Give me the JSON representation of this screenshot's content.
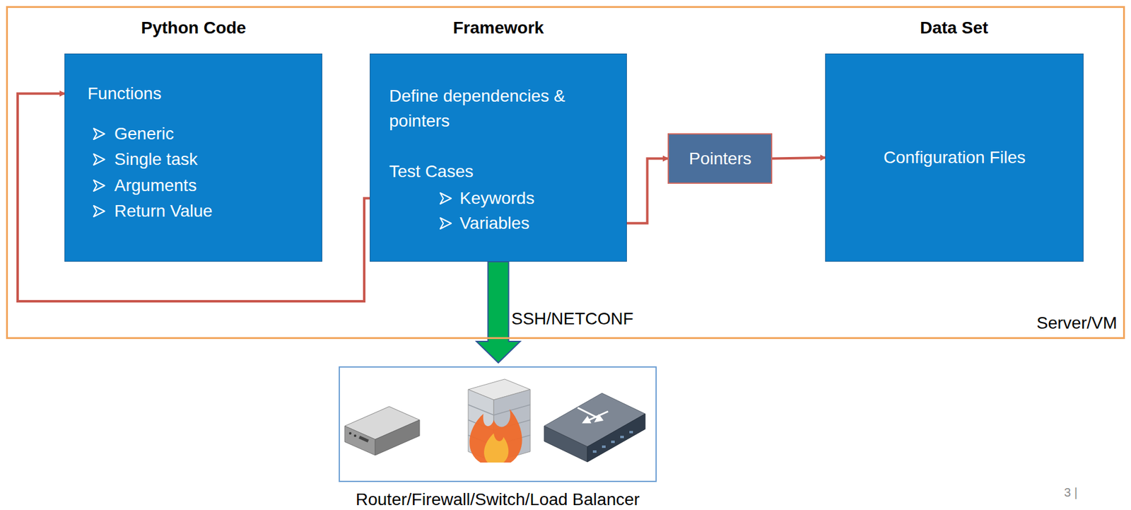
{
  "diagram": {
    "nodes": [
      {
        "text": [
          "Server/VM"
        ]
      },
      {
        "text": [
          "Python Code",
          "Functions",
          "Generic",
          "Single task",
          "Arguments",
          "Return Value"
        ],
        "in": 0
      },
      {
        "text": [
          "Framework",
          "Define dependencies & pointers",
          "Test Cases",
          "Keywords",
          "Variables"
        ],
        "in": 0
      },
      {
        "text": [
          "Pointers"
        ],
        "in": 0
      },
      {
        "text": [
          "Data Set",
          "Configuration Files"
        ],
        "in": 0
      },
      {
        "text": [
          "Router/Firewall/Switch/Load Balancer"
        ]
      }
    ],
    "edges": [
      {
        "from": 2,
        "to": 1,
        "arrow": "to"
      },
      {
        "from": 2,
        "to": 3,
        "arrow": "to"
      },
      {
        "from": 3,
        "to": 4,
        "arrow": "to"
      },
      {
        "from": 2,
        "to": 5,
        "label": "SSH/NETCONF",
        "arrow": "to"
      }
    ],
    "labels": [
      "3 |"
    ]
  }
}
